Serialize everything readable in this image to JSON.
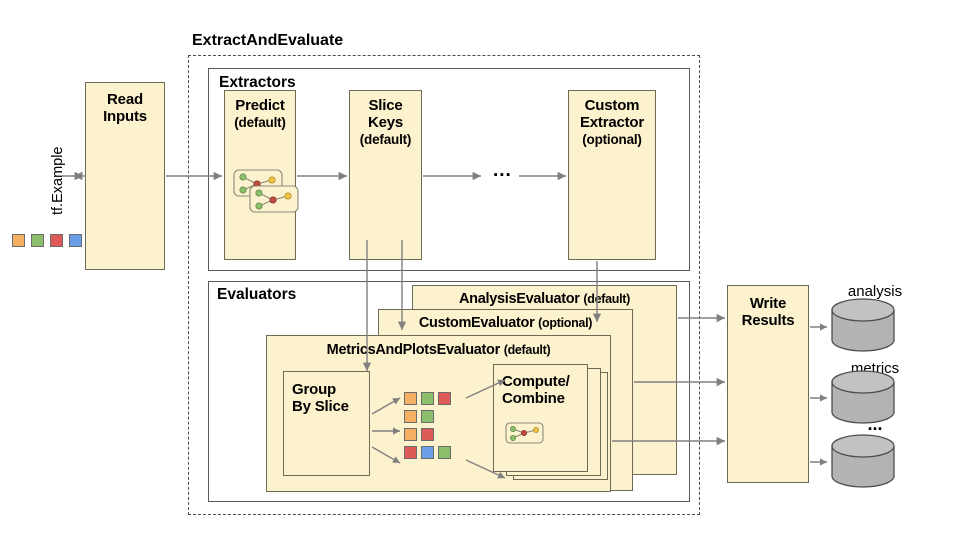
{
  "diagram": {
    "title": "ExtractAndEvaluate",
    "input_label": "tf.Example",
    "read_inputs": {
      "line1": "Read",
      "line2": "Inputs"
    },
    "extractors": {
      "group_label": "Extractors",
      "nodes": [
        {
          "line1": "Predict",
          "line2": "",
          "qualifier": "(default)"
        },
        {
          "line1": "Slice",
          "line2": "Keys",
          "qualifier": "(default)"
        },
        {
          "line1": "Custom",
          "line2": "Extractor",
          "qualifier": "(optional)"
        }
      ],
      "ellipsis": "..."
    },
    "evaluators": {
      "group_label": "Evaluators",
      "stack": [
        {
          "name": "AnalysisEvaluator",
          "qualifier": "(default)"
        },
        {
          "name": "CustomEvaluator",
          "qualifier": "(optional)"
        },
        {
          "name": "MetricsAndPlotsEvaluator",
          "qualifier": "(default)"
        }
      ],
      "group_by_slice": {
        "line1": "Group",
        "line2": "By Slice"
      },
      "compute_combine": {
        "line1": "Compute/",
        "line2": "Combine"
      },
      "slice_rows": [
        [
          "o",
          "g",
          "r"
        ],
        [
          "o",
          "g"
        ],
        [
          "o",
          "r"
        ],
        [
          "r",
          "b",
          "g"
        ]
      ]
    },
    "write_results": {
      "line1": "Write",
      "line2": "Results"
    },
    "outputs": [
      {
        "label": "analysis"
      },
      {
        "label": "metrics"
      },
      {
        "label": "..."
      }
    ],
    "input_swatches": [
      "o",
      "g",
      "r",
      "b"
    ],
    "colors": {
      "box_fill": "#fdf2ce",
      "box_stroke": "#6b6b56",
      "arrow": "#808080",
      "cylinder": "#b3b3b3",
      "swatch_orange": "#f5b063",
      "swatch_green": "#8cbf6b",
      "swatch_red": "#de5a56",
      "swatch_blue": "#6a9fe8"
    }
  }
}
